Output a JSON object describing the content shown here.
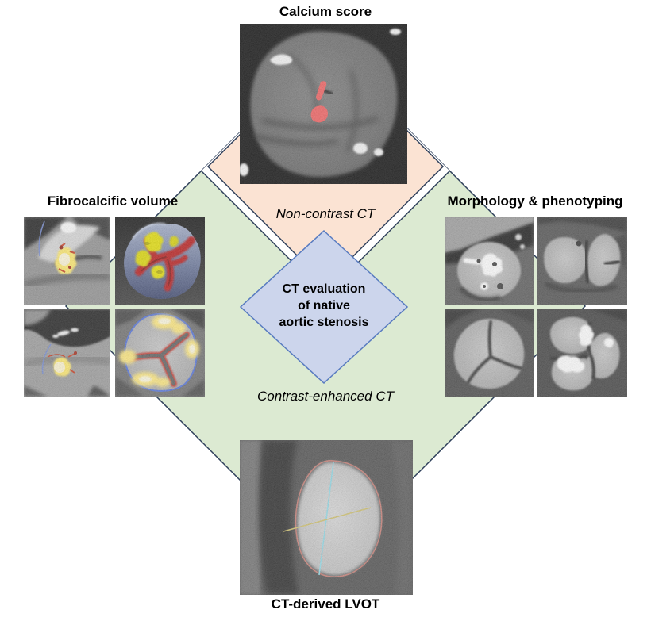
{
  "figure": {
    "top_label": "Calcium score",
    "left_label": "Fibrocalcific volume",
    "right_label": "Morphology & phenotyping",
    "bottom_label": "CT-derived LVOT",
    "noncontrast_label": "Non-contrast CT",
    "contrast_label": "Contrast-enhanced CT",
    "center": {
      "line1": "CT evaluation",
      "line2": "of native",
      "line3": "aortic stenosis"
    }
  },
  "colors": {
    "background": "#ffffff",
    "green_fill": "#dcead2",
    "peach_fill": "#fbe3d3",
    "band_fill": "#ffffff",
    "center_fill": "#ccd5ec",
    "center_stroke": "#587bc0",
    "outline_stroke": "#2e3f5a",
    "calcium_red": "#f25c5c",
    "overlay_yellow": "#ffe96b",
    "overlay_red": "#c4281a",
    "contour_blue": "#4f6fd8",
    "render_red": "#b81414",
    "render_yellow": "#e4de00",
    "lvot_contour_red": "#c87b72",
    "lvot_line_cyan": "#8fd9e6",
    "lvot_line_yellow": "#cfc06a"
  }
}
